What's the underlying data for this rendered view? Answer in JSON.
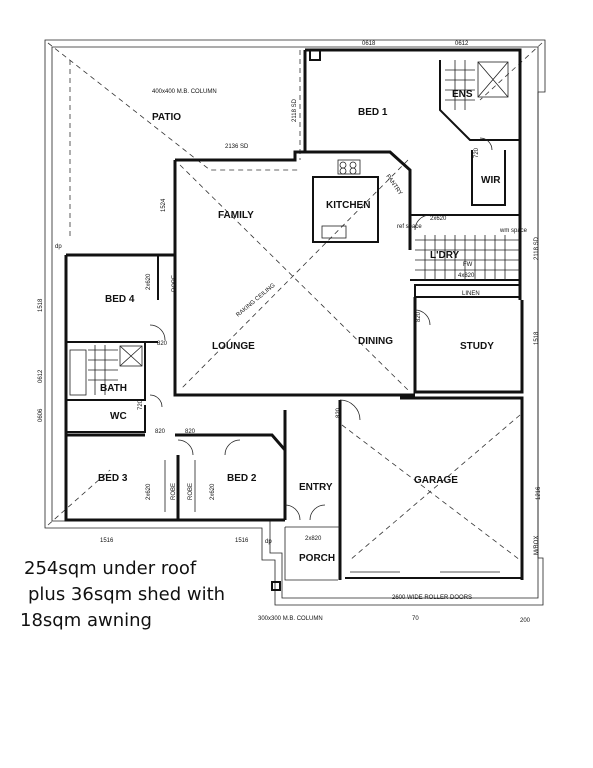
{
  "rooms": {
    "patio": "PATIO",
    "bed1": "BED 1",
    "ens": "ENS",
    "wir": "WIR",
    "family": "FAMILY",
    "kitchen": "KITCHEN",
    "pantry": "PANTRY",
    "ldry": "L'DRY",
    "linen": "LINEN",
    "bed4": "BED 4",
    "robe": "ROBE",
    "lounge": "LOUNGE",
    "dining": "DINING",
    "study": "STUDY",
    "bath": "BATH",
    "wc": "WC",
    "bed3": "BED 3",
    "bed2": "BED 2",
    "entry": "ENTRY",
    "garage": "GARAGE",
    "porch": "PORCH"
  },
  "notes": {
    "mb_column_top": "400x400 M.B. COLUMN",
    "mb_column_bottom": "300x300 M.B. COLUMN",
    "raking_ceiling": "RAKING CEILING",
    "roller_doors": "2600 WIDE ROLLER DOORS",
    "ref_space": "ref space",
    "wm_space": "wm space",
    "fw": "FW",
    "mbox": "M/BOX",
    "dp": "dp"
  },
  "dims": {
    "d0618_top": "0618",
    "d0612_top": "0612",
    "d2118_sd_top": "2118 SD",
    "d2136_sd": "2136 SD",
    "d1524": "1524",
    "d720_ens": "720",
    "d2x620": "2x620",
    "d2118_sd_right": "2118 SD",
    "d4x820": "4x820",
    "d1518_left": "1518",
    "d2x620_bed4": "2x620",
    "d820_bed4": "820",
    "d820_study": "820",
    "d1518_right": "1518",
    "d0612_left": "0612",
    "d720_wc": "720",
    "d0606": "0606",
    "d820_bed3": "820",
    "d820_bed2": "820",
    "d820_entry": "820",
    "d2x620_bed3": "2x620",
    "d2x620_bed2": "2x620",
    "d2x820": "2x820",
    "d1216": "1216",
    "d1516_left": "1516",
    "d1516_right": "1516",
    "d70": "70",
    "d200": "200"
  },
  "caption": {
    "line1": "254sqm under roof",
    "line2": "plus 36sqm shed with",
    "line3": "18sqm awning"
  }
}
